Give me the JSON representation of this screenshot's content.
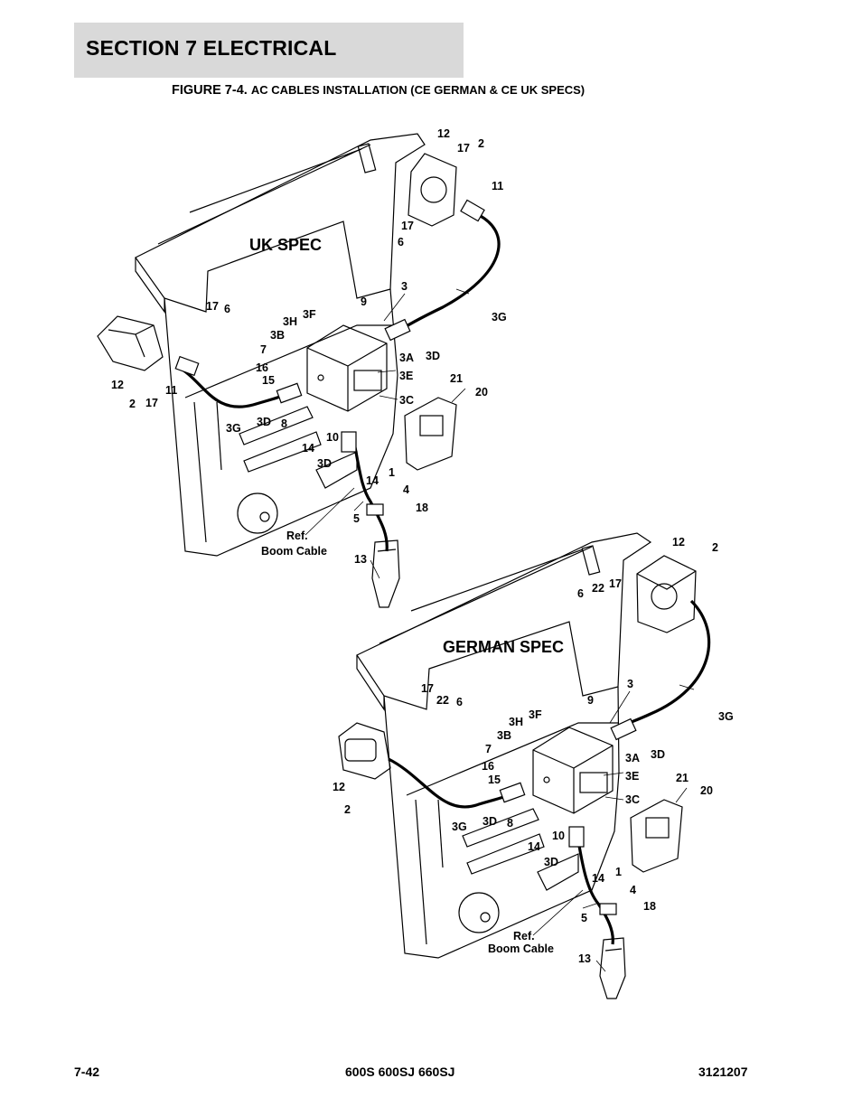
{
  "header": {
    "section": "SECTION 7   ELECTRICAL",
    "figure_prefix": "FIGURE 7-4.",
    "figure_title": "AC CABLES INSTALLATION (CE GERMAN & CE UK SPECS)"
  },
  "uk": {
    "title": "UK SPEC",
    "ref_line1": "Ref.",
    "ref_line2": "Boom Cable",
    "labels": [
      "12",
      "17",
      "2",
      "11",
      "17",
      "6",
      "3",
      "9",
      "3G",
      "3F",
      "17",
      "6",
      "3H",
      "3B",
      "7",
      "16",
      "15",
      "3A",
      "3D",
      "3E",
      "12",
      "2",
      "17",
      "11",
      "21",
      "20",
      "3C",
      "3G",
      "3D",
      "8",
      "10",
      "14",
      "3D",
      "14",
      "1",
      "4",
      "5",
      "18",
      "13"
    ]
  },
  "german": {
    "title": "GERMAN SPEC",
    "ref_line1": "Ref.",
    "ref_line2": "Boom Cable",
    "labels": [
      "12",
      "2",
      "6",
      "22",
      "17",
      "3",
      "9",
      "3G",
      "17",
      "22",
      "6",
      "3H",
      "3F",
      "3B",
      "7",
      "3A",
      "3D",
      "16",
      "15",
      "3E",
      "12",
      "2",
      "21",
      "20",
      "3C",
      "3G",
      "3D",
      "8",
      "14",
      "10",
      "3D",
      "14",
      "1",
      "4",
      "5",
      "18",
      "13"
    ]
  },
  "footer": {
    "page": "7-42",
    "models": "600S 600SJ 660SJ",
    "doc_number": "3121207"
  }
}
